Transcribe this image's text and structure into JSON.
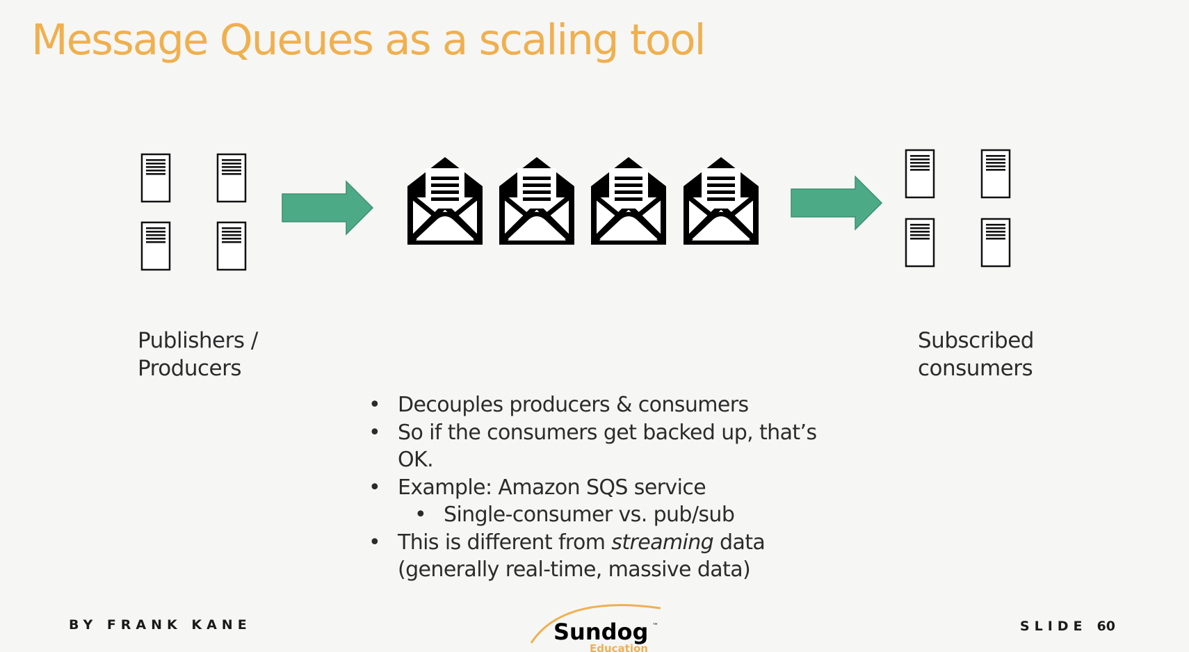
{
  "slide": {
    "title": "Message Queues as a scaling tool",
    "byline": "BY FRANK KANE",
    "slide_word": "SLIDE",
    "slide_number": "60"
  },
  "diagram": {
    "producers_label": [
      "Publishers /",
      "Producers"
    ],
    "consumers_label": [
      "Subscribed",
      "consumers"
    ],
    "producer_icons": [
      "server-icon",
      "server-icon",
      "server-icon",
      "server-icon"
    ],
    "message_icons": [
      "envelope-icon",
      "envelope-icon",
      "envelope-icon",
      "envelope-icon"
    ],
    "consumer_icons": [
      "server-icon",
      "server-icon",
      "server-icon",
      "server-icon"
    ],
    "arrow_color": "#4daa87",
    "title_color": "#efb04f"
  },
  "bullets": {
    "b1": "Decouples producers & consumers",
    "b2_line1": "So if the consumers get backed up, that’s",
    "b2_line2": "OK.",
    "b3": "Example: Amazon SQS service",
    "b3_sub": "Single-consumer vs. pub/sub",
    "b4_pre": "This is different from ",
    "b4_em": "streaming",
    "b4_post": " data",
    "b4_line2": "(generally real-time, massive data)"
  },
  "logo": {
    "name": "Sundog",
    "tm": "™",
    "sub": "Education"
  }
}
